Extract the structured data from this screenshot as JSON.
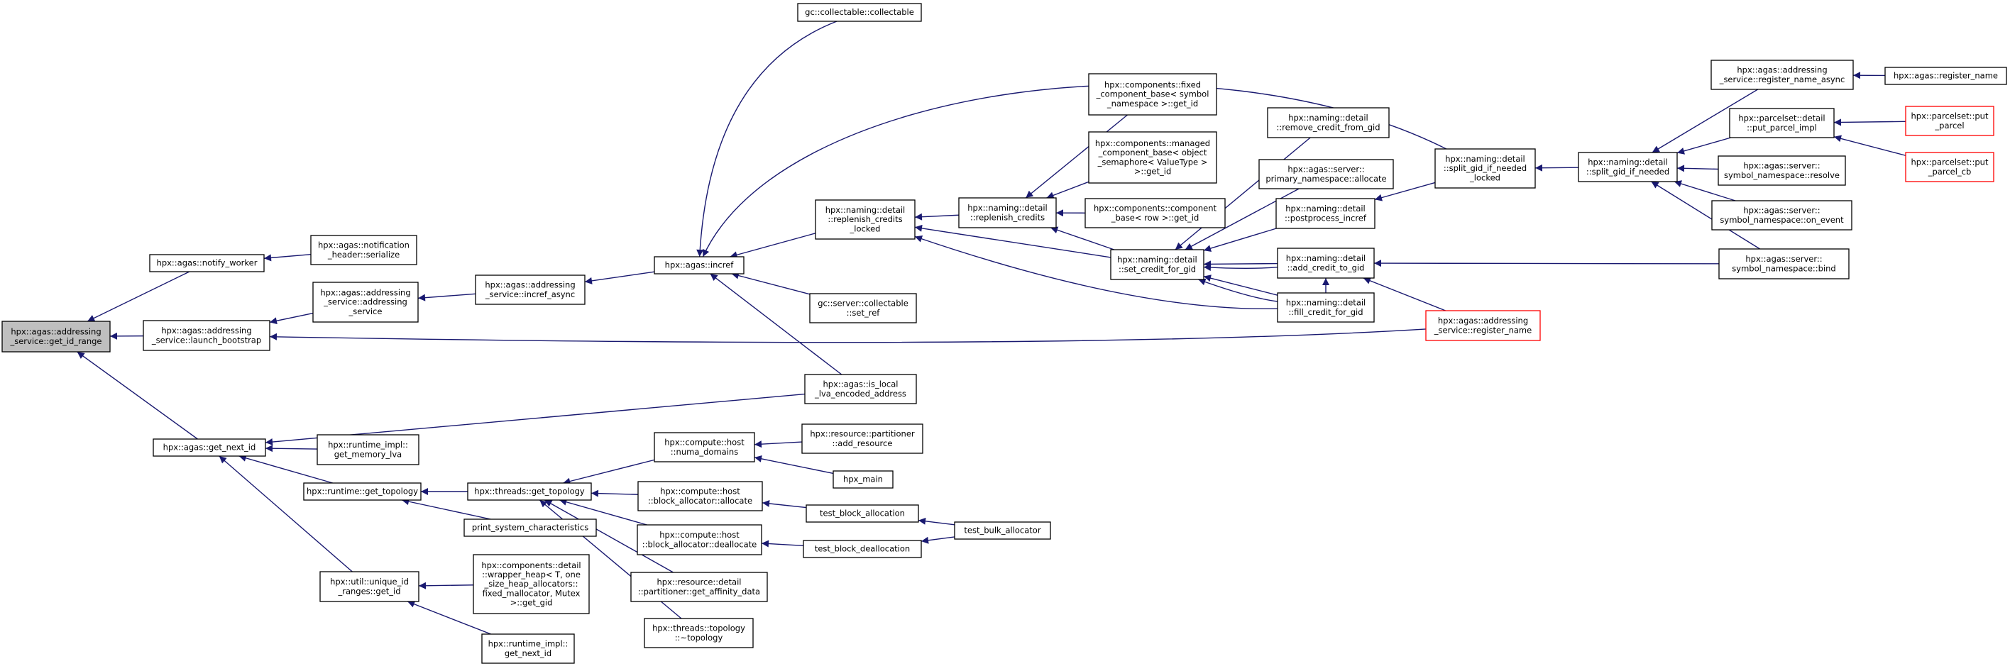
{
  "graph": {
    "nodes": [
      {
        "id": "root",
        "lines": [
          "hpx::agas::addressing",
          "_service::get_id_range"
        ],
        "style": "root"
      },
      {
        "id": "notify_worker",
        "lines": [
          "hpx::agas::notify_worker"
        ]
      },
      {
        "id": "launch_bootstrap",
        "lines": [
          "hpx::agas::addressing",
          "_service::launch_bootstrap"
        ]
      },
      {
        "id": "get_next_id",
        "lines": [
          "hpx::agas::get_next_id"
        ]
      },
      {
        "id": "notif_serialize",
        "lines": [
          "hpx::agas::notification",
          "_header::serialize"
        ]
      },
      {
        "id": "addr_service",
        "lines": [
          "hpx::agas::addressing",
          "_service::addressing",
          "_service"
        ]
      },
      {
        "id": "incref_async",
        "lines": [
          "hpx::agas::addressing",
          "_service::incref_async"
        ]
      },
      {
        "id": "incref",
        "lines": [
          "hpx::agas::incref"
        ]
      },
      {
        "id": "gc_collectable",
        "lines": [
          "gc::collectable::collectable"
        ]
      },
      {
        "id": "replenish_locked",
        "lines": [
          "hpx::naming::detail",
          "::replenish_credits",
          "_locked"
        ]
      },
      {
        "id": "set_ref",
        "lines": [
          "gc::server::collectable",
          "::set_ref"
        ]
      },
      {
        "id": "is_local_lva",
        "lines": [
          "hpx::agas::is_local",
          "_lva_encoded_address"
        ]
      },
      {
        "id": "replenish_credits",
        "lines": [
          "hpx::naming::detail",
          "::replenish_credits"
        ]
      },
      {
        "id": "fixed_comp",
        "lines": [
          "hpx::components::fixed",
          "_component_base< symbol",
          "_namespace >::get_id"
        ]
      },
      {
        "id": "managed_comp",
        "lines": [
          "hpx::components::managed",
          "_component_base< object",
          "_semaphore< ValueType >",
          ">::get_id"
        ]
      },
      {
        "id": "comp_base_row",
        "lines": [
          "hpx::components::component",
          "_base< row >::get_id"
        ]
      },
      {
        "id": "set_credit",
        "lines": [
          "hpx::naming::detail",
          "::set_credit_for_gid"
        ]
      },
      {
        "id": "remove_credit",
        "lines": [
          "hpx::naming::detail",
          "::remove_credit_from_gid"
        ]
      },
      {
        "id": "primary_alloc",
        "lines": [
          "hpx::agas::server::",
          "primary_namespace::allocate"
        ]
      },
      {
        "id": "postprocess_incref",
        "lines": [
          "hpx::naming::detail",
          "::postprocess_incref"
        ]
      },
      {
        "id": "add_credit",
        "lines": [
          "hpx::naming::detail",
          "::add_credit_to_gid"
        ]
      },
      {
        "id": "fill_credit",
        "lines": [
          "hpx::naming::detail",
          "::fill_credit_for_gid"
        ]
      },
      {
        "id": "split_locked",
        "lines": [
          "hpx::naming::detail",
          "::split_gid_if_needed",
          "_locked"
        ]
      },
      {
        "id": "register_name",
        "lines": [
          "hpx::agas::addressing",
          "_service::register_name"
        ],
        "style": "red"
      },
      {
        "id": "split_gid",
        "lines": [
          "hpx::naming::detail",
          "::split_gid_if_needed"
        ]
      },
      {
        "id": "reg_name_async",
        "lines": [
          "hpx::agas::addressing",
          "_service::register_name_async"
        ]
      },
      {
        "id": "agas_register_name",
        "lines": [
          "hpx::agas::register_name"
        ]
      },
      {
        "id": "put_parcel_impl",
        "lines": [
          "hpx::parcelset::detail",
          "::put_parcel_impl"
        ]
      },
      {
        "id": "put_parcel",
        "lines": [
          "hpx::parcelset::put",
          "_parcel"
        ],
        "style": "red"
      },
      {
        "id": "put_parcel_cb",
        "lines": [
          "hpx::parcelset::put",
          "_parcel_cb"
        ],
        "style": "red"
      },
      {
        "id": "symns_resolve",
        "lines": [
          "hpx::agas::server::",
          "symbol_namespace::resolve"
        ]
      },
      {
        "id": "symns_on_event",
        "lines": [
          "hpx::agas::server::",
          "symbol_namespace::on_event"
        ]
      },
      {
        "id": "symns_bind",
        "lines": [
          "hpx::agas::server::",
          "symbol_namespace::bind"
        ]
      },
      {
        "id": "rt_get_memory_lva",
        "lines": [
          "hpx::runtime_impl::",
          "get_memory_lva"
        ]
      },
      {
        "id": "runtime_get_topology",
        "lines": [
          "hpx::runtime::get_topology"
        ]
      },
      {
        "id": "unique_id_get_id",
        "lines": [
          "hpx::util::unique_id",
          "_ranges::get_id"
        ]
      },
      {
        "id": "threads_get_topology",
        "lines": [
          "hpx::threads::get_topology"
        ]
      },
      {
        "id": "print_sys",
        "lines": [
          "print_system_characteristics"
        ]
      },
      {
        "id": "wrapper_heap",
        "lines": [
          "hpx::components::detail",
          "::wrapper_heap< T, one",
          "_size_heap_allocators::",
          "fixed_mallocator, Mutex",
          ">::get_gid"
        ]
      },
      {
        "id": "rt_get_next_id",
        "lines": [
          "hpx::runtime_impl::",
          "get_next_id"
        ]
      },
      {
        "id": "numa_domains",
        "lines": [
          "hpx::compute::host",
          "::numa_domains"
        ]
      },
      {
        "id": "block_allocate",
        "lines": [
          "hpx::compute::host",
          "::block_allocator::allocate"
        ]
      },
      {
        "id": "block_deallocate",
        "lines": [
          "hpx::compute::host",
          "::block_allocator::deallocate"
        ]
      },
      {
        "id": "affinity_data",
        "lines": [
          "hpx::resource::detail",
          "::partitioner::get_affinity_data"
        ]
      },
      {
        "id": "topology_dtor",
        "lines": [
          "hpx::threads::topology",
          "::~topology"
        ]
      },
      {
        "id": "add_resource",
        "lines": [
          "hpx::resource::partitioner",
          "::add_resource"
        ]
      },
      {
        "id": "hpx_main",
        "lines": [
          "hpx_main"
        ]
      },
      {
        "id": "test_block_allocation",
        "lines": [
          "test_block_allocation"
        ]
      },
      {
        "id": "test_block_deallocation",
        "lines": [
          "test_block_deallocation"
        ]
      },
      {
        "id": "test_bulk_allocator",
        "lines": [
          "test_bulk_allocator"
        ]
      }
    ]
  },
  "colors": {
    "edge": "#191970",
    "node_border": "#000000",
    "node_fill": "#ffffff",
    "root_fill": "#bfbfbf",
    "highlight_border": "#ff0000"
  }
}
